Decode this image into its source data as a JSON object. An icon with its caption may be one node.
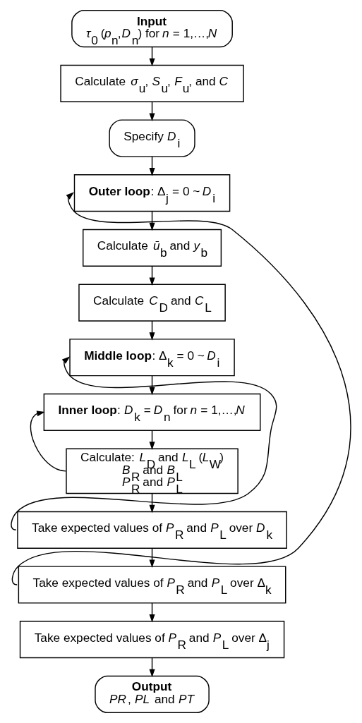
{
  "diagram": {
    "nodes": [
      {
        "text": [
          "Input",
          "*τ*$_{0}$ (*p*$_{n}$,*D*$_{n}$) for *n* = 1,…,*N*"
        ]
      },
      {
        "text": [
          "Calculate *σ*$_{u}$, *S*$_{u}$, *F*$_{u}$, and *C*"
        ]
      },
      {
        "text": [
          "Specify *D*$_{i}$"
        ]
      },
      {
        "text": [
          "**Outer loop**: Δ$_{j}$ = 0 ~ *D*$_{i}$"
        ]
      },
      {
        "text": [
          "Calculate *ū*$_{b}$ and *y*$_{b}$"
        ]
      },
      {
        "text": [
          "Calculate *C*$_{D}$ and *C*$_{L}$"
        ]
      },
      {
        "text": [
          "**Middle loop**: Δ$_{k}$ = 0 ~ *D*$_{i}$"
        ]
      },
      {
        "text": [
          "**Inner loop**: *D*$_{k}$ = *D*$_{n}$ for *n* = 1,…,*N*"
        ]
      },
      {
        "text": [
          "Calculate: *L*$_{D}$ and *L*$_{L}$ (*L*$_{W}$)",
          "*B*$_{R}$ and *B*$_{L}$",
          "*P*$_{R}$ and *P*$_{L}$"
        ]
      },
      {
        "text": [
          "Take expected values of *P*$_{R}$ and *P*$_{L}$ over *D*$_{k}$"
        ]
      },
      {
        "text": [
          "Take expected values of *P*$_{R}$ and *P*$_{L}$ over Δ$_{k}$"
        ]
      },
      {
        "text": [
          "Take expected values of *P*$_{R}$ and *P*$_{L}$ over Δ$_{j}$"
        ]
      },
      {
        "text": [
          "Output",
          "*PR*, *PL* and *PT*"
        ]
      }
    ],
    "edges": [
      {
        "from": 0,
        "to": 1,
        "arrow": "to"
      },
      {
        "from": 1,
        "to": 2,
        "arrow": "to"
      },
      {
        "from": 2,
        "to": 3,
        "arrow": "to"
      },
      {
        "from": 3,
        "to": 4,
        "arrow": "to"
      },
      {
        "from": 4,
        "to": 5,
        "arrow": "to"
      },
      {
        "from": 5,
        "to": 6,
        "arrow": "to"
      },
      {
        "from": 6,
        "to": 7,
        "arrow": "to"
      },
      {
        "from": 7,
        "to": 8,
        "arrow": "to"
      },
      {
        "from": 8,
        "to": 7,
        "arrow": "to"
      },
      {
        "from": 8,
        "to": 9,
        "arrow": "to"
      },
      {
        "from": 9,
        "to": 6,
        "arrow": "to"
      },
      {
        "from": 9,
        "to": 10,
        "arrow": "to"
      },
      {
        "from": 10,
        "to": 3,
        "arrow": "to"
      },
      {
        "from": 10,
        "to": 11,
        "arrow": "to"
      },
      {
        "from": 11,
        "to": 12,
        "arrow": "to"
      }
    ]
  }
}
